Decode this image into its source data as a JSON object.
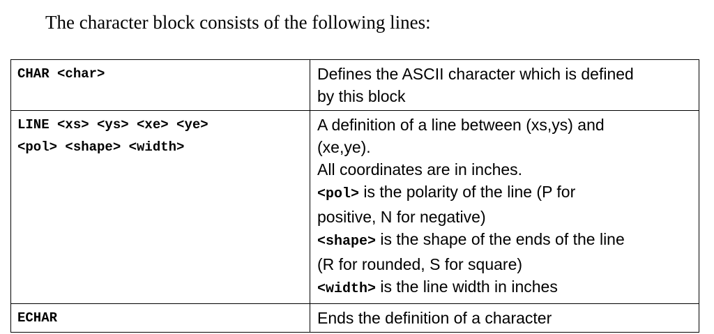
{
  "intro": "The character block consists of the following lines:",
  "rows": [
    {
      "left_lines": [
        "CHAR <char>"
      ],
      "right_lines": [
        "Defines the ASCII character which is defined",
        "by this block"
      ]
    },
    {
      "left_lines": [
        "LINE <xs> <ys> <xe> <ye>",
        "<pol> <shape> <width>"
      ],
      "right_lines": [
        "A definition of a line between (xs,ys) and",
        "(xe,ye).",
        "All coordinates are in inches."
      ],
      "params": [
        {
          "name": "<pol>",
          "line1": " is the polarity of the line  (P for",
          "line2": "positive, N for negative)"
        },
        {
          "name": "<shape>",
          "line1": " is the shape of the ends of the line",
          "line2": "(R for rounded, S for square)"
        },
        {
          "name": "<width>",
          "line1": " is the line width in inches"
        }
      ]
    },
    {
      "left_lines": [
        "ECHAR"
      ],
      "right_lines": [
        "Ends the definition of a character"
      ]
    }
  ]
}
